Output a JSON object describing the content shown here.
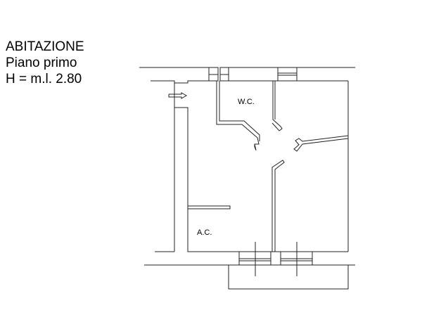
{
  "header": {
    "title": "ABITAZIONE",
    "floor": "Piano primo",
    "height": "H = m.l. 2.80"
  },
  "plan": {
    "rooms": [
      {
        "label": "W.C."
      },
      {
        "label": "A.C."
      }
    ],
    "line_color": "#222222"
  }
}
